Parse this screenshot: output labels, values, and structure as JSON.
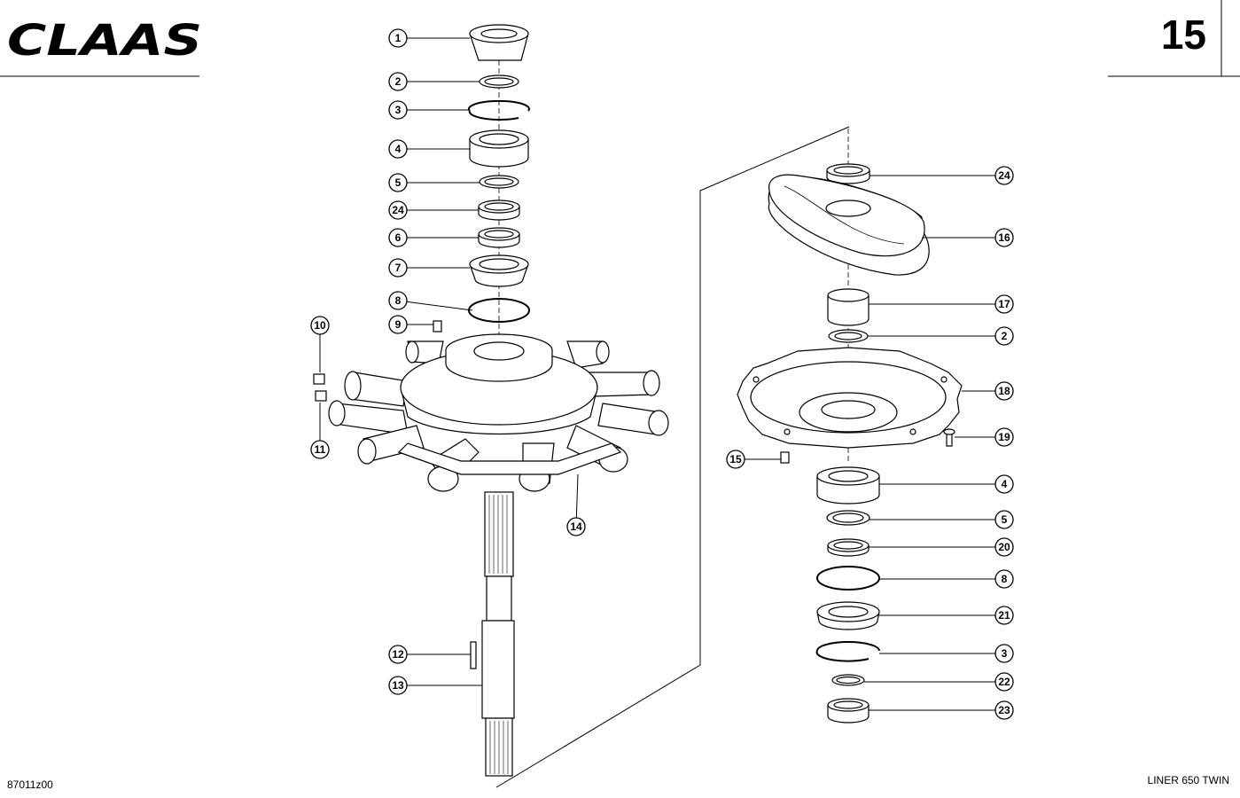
{
  "brand": {
    "name": "CLAAS"
  },
  "page_number": "15",
  "drawing_number": "87011z00",
  "model": "LINER 650 TWIN",
  "left_assembly_callouts": [
    "1",
    "2",
    "3",
    "4",
    "5",
    "24",
    "6",
    "7",
    "8",
    "9",
    "10",
    "11",
    "14",
    "12",
    "13"
  ],
  "right_assembly_callouts": [
    "24",
    "16",
    "17",
    "2",
    "18",
    "19",
    "15",
    "4",
    "5",
    "20",
    "8",
    "21",
    "3",
    "22",
    "23"
  ]
}
